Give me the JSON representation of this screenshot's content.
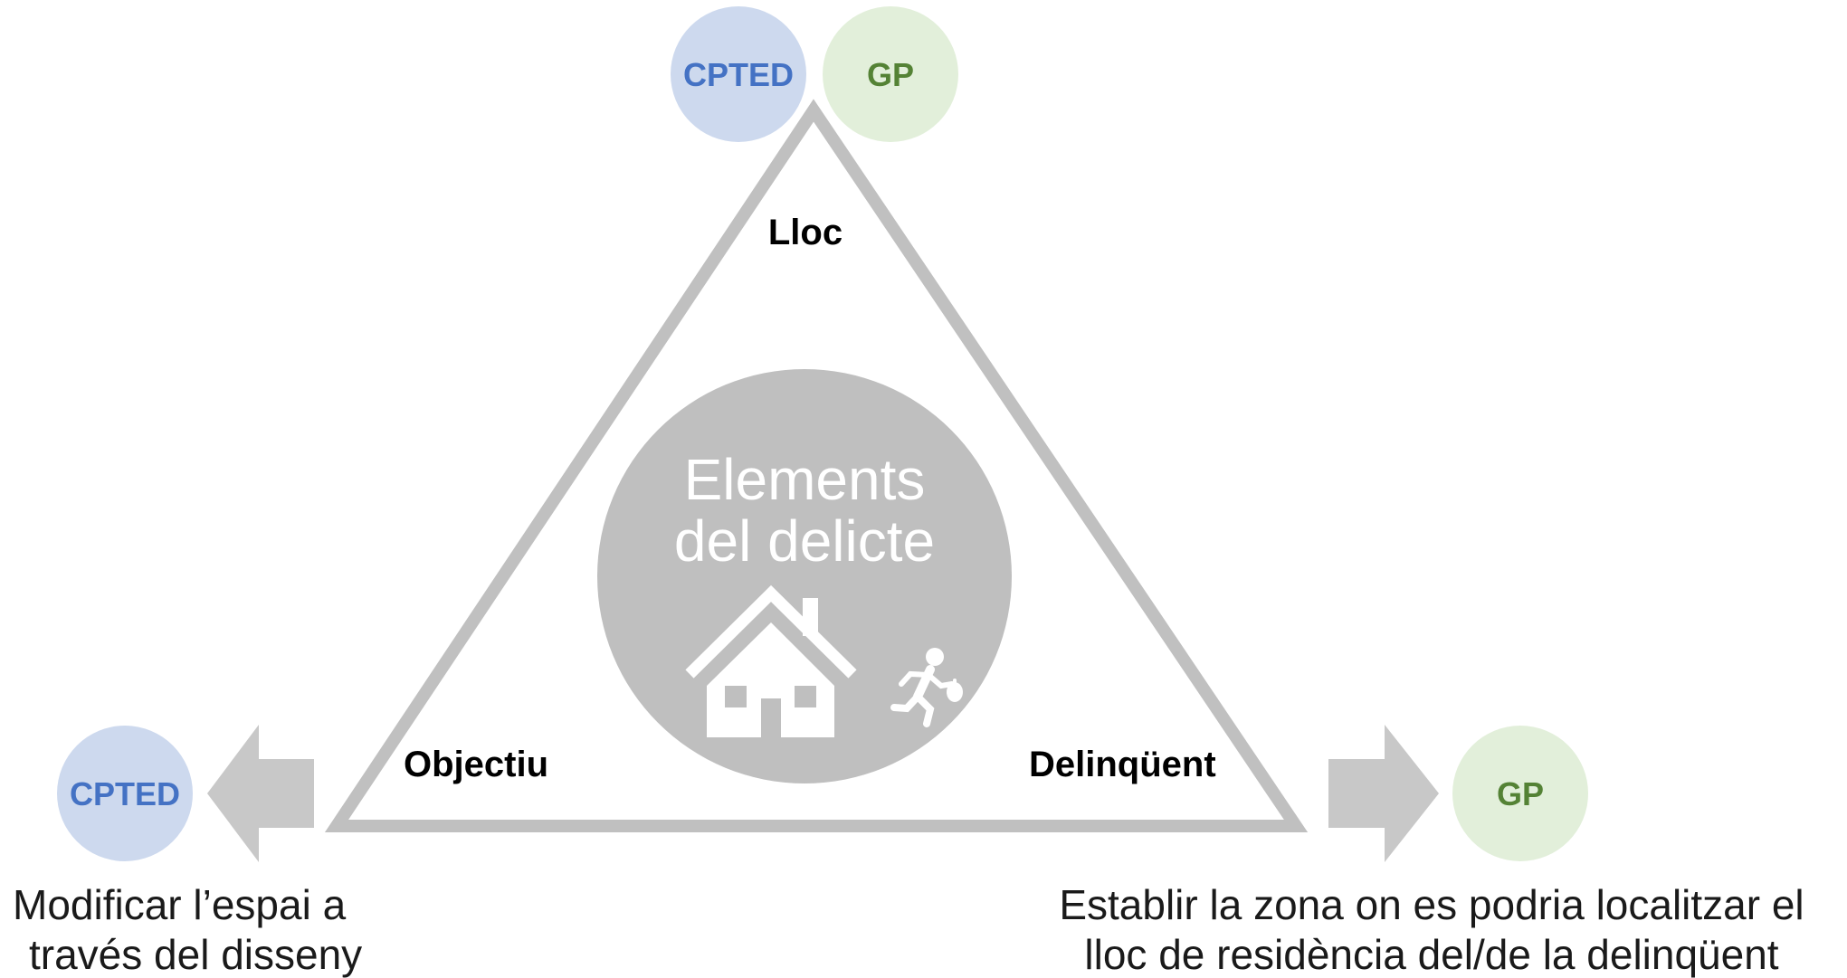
{
  "colors": {
    "triangle_stroke": "#c0c0c0",
    "center_circle": "#bfbfbf",
    "cpted_fill": "#cdd9ee",
    "cpted_text": "#4472c4",
    "gp_fill": "#e2efda",
    "gp_text": "#548235",
    "arrow": "#c8c8c8",
    "icon": "#ffffff"
  },
  "badges": {
    "top_left": "CPTED",
    "top_right": "GP",
    "left": "CPTED",
    "right": "GP"
  },
  "vertices": {
    "top": "Lloc",
    "left": "Objectiu",
    "right": "Delinqüent"
  },
  "center": {
    "title_line1": "Elements",
    "title_line2": "del delicte",
    "icons": [
      "house-icon",
      "running-thief-icon"
    ]
  },
  "captions": {
    "left_line1": "Modificar l’espai a",
    "left_line2": "través del disseny",
    "right_line1": "Establir la zona on es podria localitzar el",
    "right_line2": "lloc de residència del/de la delinqüent"
  }
}
